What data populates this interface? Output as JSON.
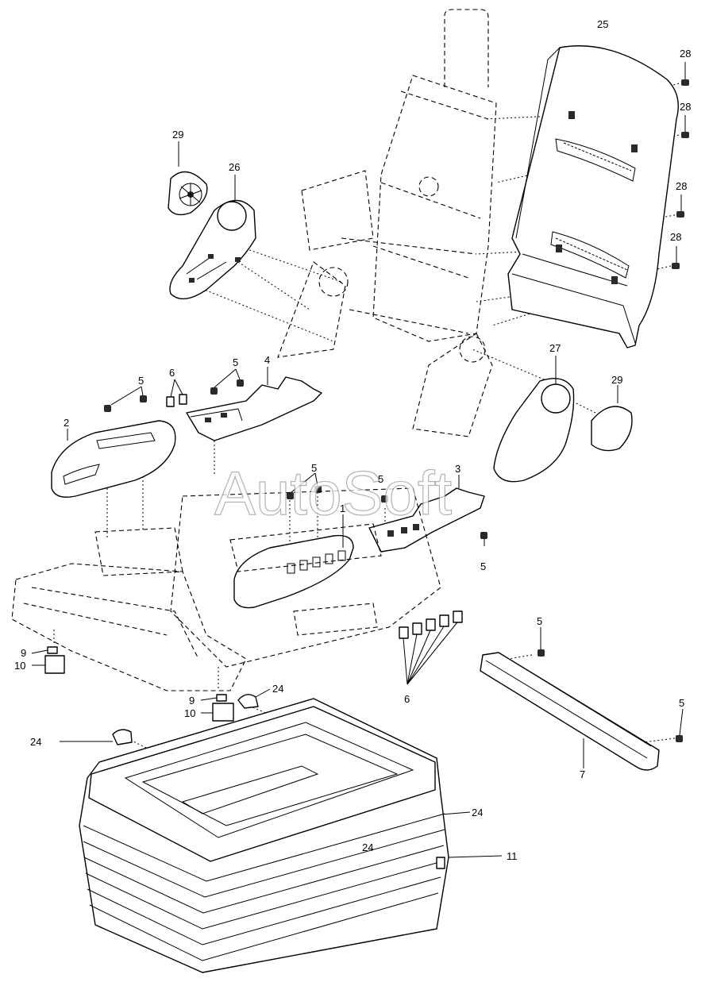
{
  "watermark": "AutoSoft",
  "callouts": {
    "c25": "25",
    "c28a": "28",
    "c28b": "28",
    "c28c": "28",
    "c28d": "28",
    "c29a": "29",
    "c29b": "29",
    "c26": "26",
    "c27": "27",
    "c6a": "6",
    "c6b": "6",
    "c5a": "5",
    "c5b": "5",
    "c5c": "5",
    "c5d": "5",
    "c5e": "5",
    "c5f": "5",
    "c5g": "5",
    "c4": "4",
    "c2": "2",
    "c3": "3",
    "c1": "1",
    "c9a": "9",
    "c9b": "9",
    "c10a": "10",
    "c10b": "10",
    "c24a": "24",
    "c24b": "24",
    "c24c": "24",
    "c24d": "24",
    "c7": "7",
    "c11": "11"
  }
}
